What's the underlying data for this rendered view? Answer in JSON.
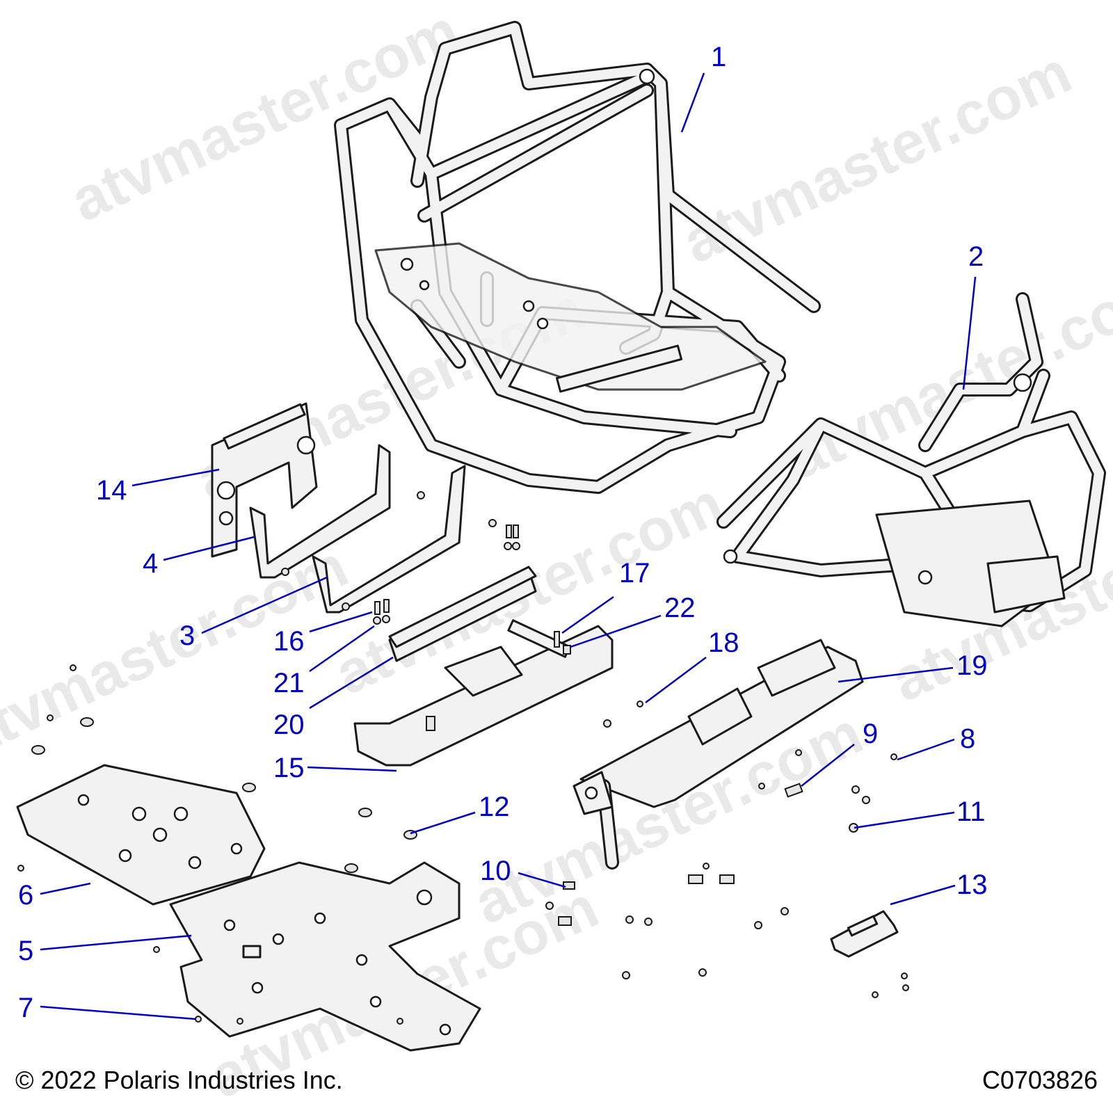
{
  "watermark": "atvmaster.com",
  "footer": {
    "copyright": "© 2022 Polaris Industries Inc.",
    "diagram_code": "C0703826"
  },
  "callouts": [
    "1",
    "2",
    "3",
    "4",
    "5",
    "6",
    "7",
    "8",
    "9",
    "10",
    "11",
    "12",
    "13",
    "14",
    "15",
    "16",
    "17",
    "18",
    "19",
    "20",
    "21",
    "22"
  ],
  "colors": {
    "callout": "#0000c8",
    "line_art": "#1a1a1a",
    "part_fill": "#f2f2f2",
    "watermark": "#e6e6e6"
  }
}
